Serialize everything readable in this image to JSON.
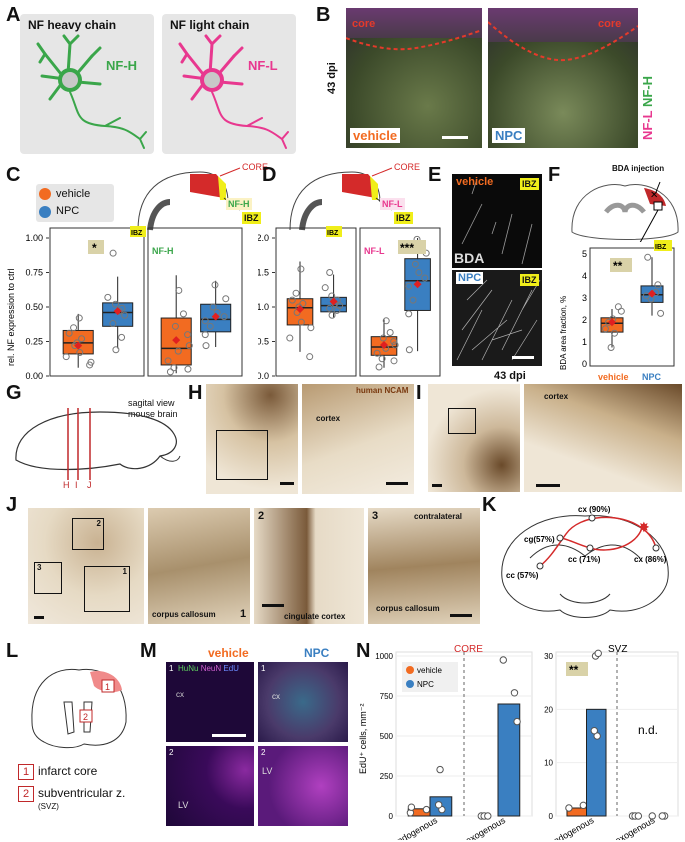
{
  "panels": {
    "A": "A",
    "B": "B",
    "C": "C",
    "D": "D",
    "E": "E",
    "F": "F",
    "G": "G",
    "H": "H",
    "I": "I",
    "J": "J",
    "K": "K",
    "L": "L",
    "M": "M",
    "N": "N"
  },
  "A": {
    "left_title": "NF heavy chain",
    "left_label": "NF-H",
    "right_title": "NF light chain",
    "right_label": "NF-L",
    "colors": {
      "nfh": "#3aa64a",
      "nfl": "#e8388f"
    }
  },
  "B": {
    "core": "core",
    "dpi": "43 dpi",
    "left_condition": "vehicle",
    "right_condition": "NPC",
    "right_label_nfl": "NF-L",
    "right_label_nfh": "NF-H"
  },
  "legend": {
    "vehicle": "vehicle",
    "npc": "NPC",
    "colors": {
      "vehicle": "#f26b21",
      "npc": "#3a7fc1"
    }
  },
  "C": {
    "schema_core": "CORE",
    "schema_ibz": "IBZ",
    "schema_marker": "NF-H",
    "ylabel": "rel. NF expression to ctrl",
    "facet_ibz": "IBZ",
    "facet_core": "CORE",
    "marker": "NF-H",
    "sig": "*"
  },
  "D": {
    "schema_core": "CORE",
    "schema_ibz": "IBZ",
    "schema_marker": "NF-L",
    "facet_ibz": "IBZ",
    "facet_core": "CORE",
    "marker": "NF-L",
    "sig": "***"
  },
  "E": {
    "top_label": "vehicle",
    "bottom_label": "NPC",
    "tag": "IBZ",
    "bda": "BDA",
    "dpi": "43 dpi"
  },
  "F": {
    "injection": "BDA injection",
    "ylabel": "BDA area fraction, %",
    "tag": "IBZ",
    "sig": "**",
    "x_vehicle": "vehicle",
    "x_npc": "NPC"
  },
  "G": {
    "text1": "sagital view",
    "text2": "mouse brain",
    "lines": [
      "H",
      "I",
      "J"
    ]
  },
  "H": {
    "stain": "human NCAM",
    "inset": "cortex"
  },
  "I": {
    "inset": "cortex"
  },
  "J": {
    "box1": "1",
    "box2": "2",
    "box3": "3",
    "p1_label": "corpus callosum",
    "p1_num": "1",
    "p2_num": "2",
    "p2_label": "cingulate cortex",
    "p3_num": "3",
    "p3_top": "contralateral",
    "p3_label": "corpus callosum"
  },
  "K": {
    "labels": [
      "cx (90%)",
      "cg(57%)",
      "cc (57%)",
      "cc (71%)",
      "cx (86%)"
    ]
  },
  "L": {
    "box1": "1",
    "box2": "2",
    "item1": "infarct core",
    "item2": "subventricular z.",
    "item2_sub": "(SVZ)"
  },
  "M": {
    "vehicle": "vehicle",
    "npc": "NPC",
    "stain_hunu": "HuNu",
    "stain_neun": "NeuN",
    "stain_edu": "EdU",
    "cx": "cx",
    "cx2": "cx",
    "lv": "LV",
    "lv2": "LV",
    "n1": "1",
    "n2": "2",
    "n3": "1",
    "n4": "2"
  },
  "N": {
    "core_title": "CORE",
    "svz_title": "SVZ",
    "ylabel": "EdU⁺ cells, mm⁻²",
    "sig": "**",
    "nd": "n.d.",
    "x_labels": [
      "endogenous",
      "exogenous"
    ]
  },
  "chart_data": [
    {
      "type": "box",
      "panel": "C",
      "marker": "NF-H",
      "ylabel": "rel. NF expression to ctrl",
      "ylim": [
        0,
        1.0
      ],
      "yticks": [
        "0.00",
        "0.25",
        "0.50",
        "0.75",
        "1.00"
      ],
      "facets": [
        {
          "name": "IBZ",
          "vehicle": {
            "q1": 0.16,
            "median": 0.24,
            "q3": 0.33,
            "whislo": 0.06,
            "whishi": 0.45,
            "mean": 0.22,
            "points": [
              0.08,
              0.14,
              0.17,
              0.22,
              0.24,
              0.27,
              0.31,
              0.35,
              0.42,
              0.1
            ]
          },
          "npc": {
            "q1": 0.36,
            "median": 0.46,
            "q3": 0.53,
            "whislo": 0.2,
            "whishi": 0.72,
            "mean": 0.47,
            "points": [
              0.19,
              0.28,
              0.38,
              0.44,
              0.47,
              0.49,
              0.52,
              0.57,
              0.89
            ]
          }
        },
        {
          "name": "CORE",
          "vehicle": {
            "q1": 0.08,
            "median": 0.2,
            "q3": 0.42,
            "whislo": 0.02,
            "whishi": 0.73,
            "mean": 0.26,
            "points": [
              0.03,
              0.06,
              0.11,
              0.18,
              0.22,
              0.3,
              0.36,
              0.45,
              0.62,
              0.05
            ]
          },
          "npc": {
            "q1": 0.32,
            "median": 0.41,
            "q3": 0.52,
            "whislo": 0.21,
            "whishi": 0.69,
            "mean": 0.43,
            "points": [
              0.22,
              0.3,
              0.36,
              0.4,
              0.43,
              0.46,
              0.5,
              0.56,
              0.66
            ]
          }
        }
      ]
    },
    {
      "type": "box",
      "panel": "D",
      "marker": "NF-L",
      "ylim": [
        0,
        2.0
      ],
      "yticks": [
        "0.0",
        "0.5",
        "1.0",
        "1.5",
        "2.0"
      ],
      "facets": [
        {
          "name": "IBZ",
          "vehicle": {
            "q1": 0.74,
            "median": 0.99,
            "q3": 1.12,
            "whislo": 0.35,
            "whishi": 1.66,
            "mean": 0.97,
            "points": [
              0.28,
              0.55,
              0.78,
              0.92,
              1.0,
              1.05,
              1.1,
              1.2,
              1.55,
              0.7
            ]
          },
          "npc": {
            "q1": 0.93,
            "median": 1.02,
            "q3": 1.14,
            "whislo": 0.85,
            "whishi": 1.47,
            "mean": 1.08,
            "points": [
              0.88,
              0.95,
              0.98,
              1.02,
              1.05,
              1.1,
              1.16,
              1.28,
              1.5
            ]
          }
        },
        {
          "name": "CORE",
          "vehicle": {
            "q1": 0.3,
            "median": 0.42,
            "q3": 0.57,
            "whislo": 0.12,
            "whishi": 0.82,
            "mean": 0.45,
            "points": [
              0.13,
              0.25,
              0.33,
              0.4,
              0.45,
              0.5,
              0.55,
              0.63,
              0.8,
              0.22
            ]
          },
          "npc": {
            "q1": 0.95,
            "median": 1.38,
            "q3": 1.7,
            "whislo": 0.36,
            "whishi": 2.0,
            "mean": 1.33,
            "points": [
              0.38,
              0.9,
              1.1,
              1.3,
              1.42,
              1.5,
              1.62,
              1.78,
              1.98
            ]
          }
        }
      ]
    },
    {
      "type": "box",
      "panel": "F",
      "ylabel": "BDA area fraction, %",
      "ylim": [
        0,
        5
      ],
      "yticks": [
        "0",
        "1",
        "2",
        "3",
        "4",
        "5"
      ],
      "categories": [
        "vehicle",
        "NPC"
      ],
      "vehicle": {
        "q1": 1.45,
        "median": 1.85,
        "q3": 2.1,
        "whislo": 0.75,
        "whishi": 2.5,
        "mean": 1.9,
        "points": [
          0.75,
          1.4,
          1.6,
          1.9,
          2.05,
          2.4,
          2.6
        ]
      },
      "npc": {
        "q1": 2.8,
        "median": 3.15,
        "q3": 3.55,
        "whislo": 2.2,
        "whishi": 4.85,
        "mean": 3.2,
        "points": [
          2.3,
          2.95,
          3.1,
          3.25,
          3.6,
          4.85
        ]
      }
    },
    {
      "type": "bar",
      "panel": "N",
      "facet": "CORE",
      "ylim": [
        0,
        1000
      ],
      "yticks": [
        "0",
        "250",
        "500",
        "750",
        "1000"
      ],
      "categories": [
        "endogenous",
        "exogenous"
      ],
      "series": [
        {
          "name": "vehicle",
          "values": [
            45,
            0
          ],
          "points": [
            [
              20,
              40,
              55
            ],
            [
              0,
              0,
              0
            ]
          ]
        },
        {
          "name": "NPC",
          "values": [
            120,
            700
          ],
          "points": [
            [
              40,
              70,
              290
            ],
            [
              590,
              770,
              975
            ]
          ]
        }
      ]
    },
    {
      "type": "bar",
      "panel": "N",
      "facet": "SVZ",
      "ylim": [
        0,
        30
      ],
      "yticks": [
        "0",
        "10",
        "20",
        "30"
      ],
      "categories": [
        "endogenous",
        "exogenous"
      ],
      "series": [
        {
          "name": "vehicle",
          "values": [
            1.5,
            0
          ],
          "points": [
            [
              1.5,
              2.0
            ],
            [
              0,
              0,
              0
            ]
          ]
        },
        {
          "name": "NPC",
          "values": [
            20,
            0
          ],
          "points": [
            [
              15,
              16,
              30,
              30.5
            ],
            [
              0,
              0,
              0
            ]
          ]
        }
      ]
    }
  ]
}
